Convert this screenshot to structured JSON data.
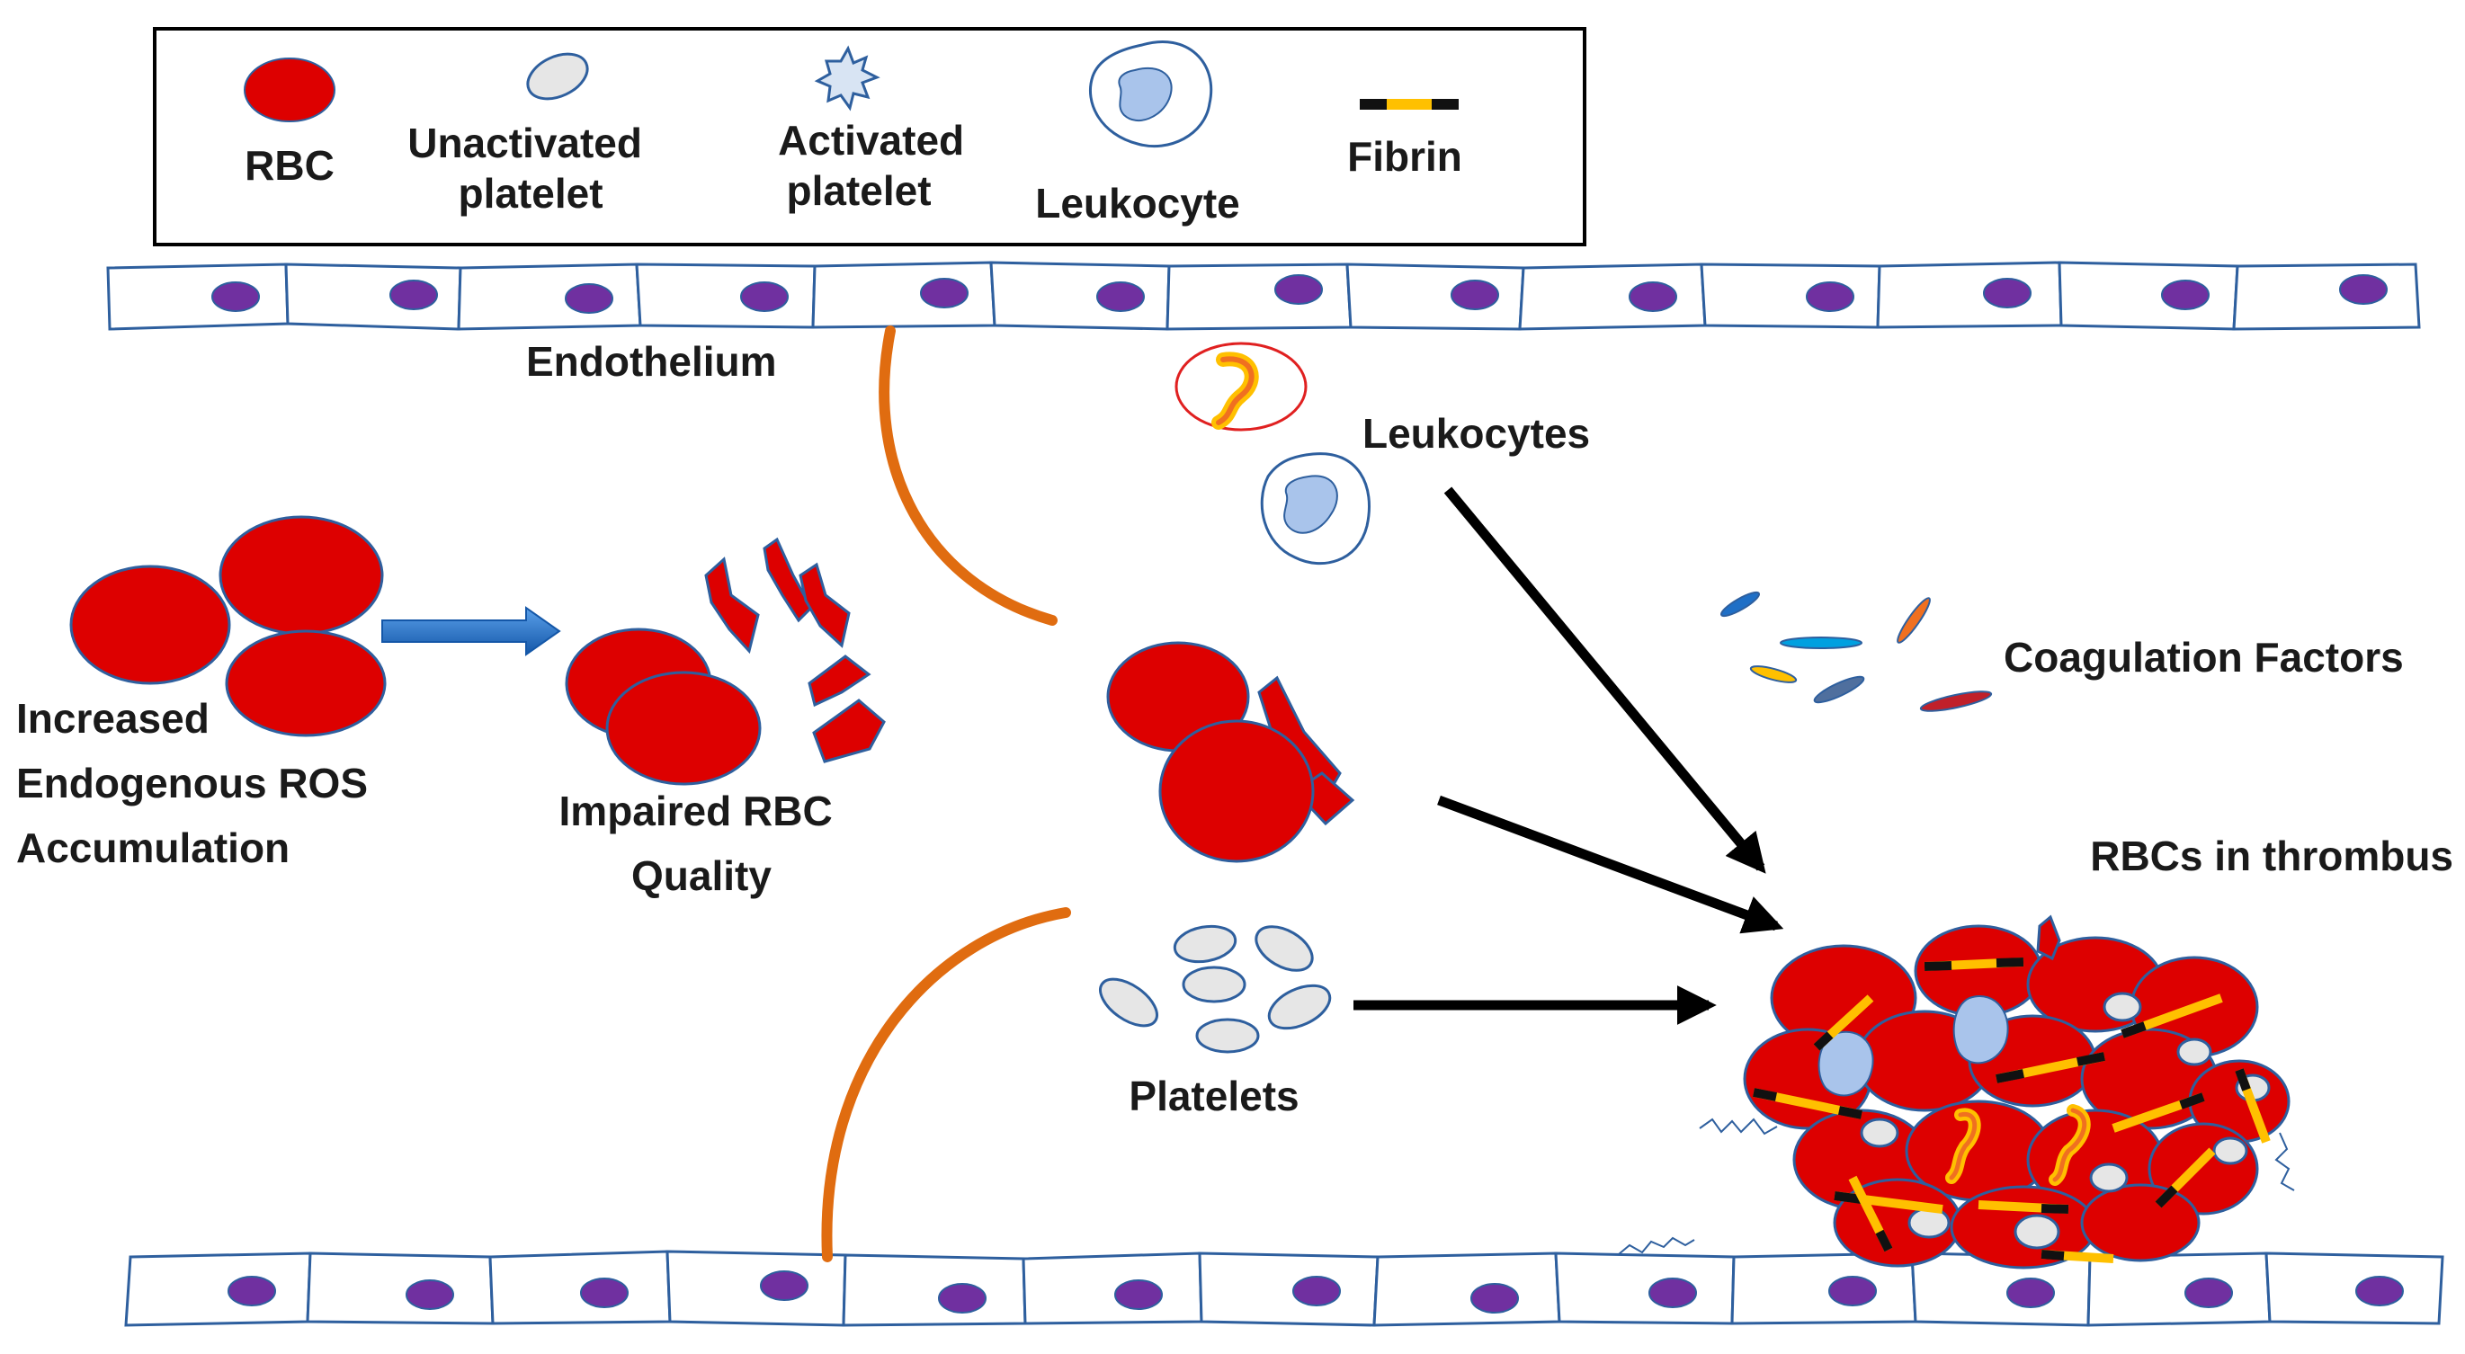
{
  "legend": {
    "rbc": "RBC",
    "unactivated_platelet": [
      "Unactivated",
      "platelet"
    ],
    "activated_platelet": [
      "Activated",
      "platelet"
    ],
    "leukocyte": "Leukocyte",
    "fibrin": "Fibrin"
  },
  "labels": {
    "endothelium": "Endothelium",
    "leukocytes": "Leukocytes",
    "coagulation_factors": "Coagulation Factors",
    "ros": [
      "Increased",
      "Endogenous ROS",
      "Accumulation"
    ],
    "impaired_rbc": [
      "Impaired RBC",
      "Quality"
    ],
    "platelets": "Platelets",
    "thrombus": "RBCs in thrombus"
  },
  "colors": {
    "rbc": "#dd0000",
    "endothelium_stroke": "#2e5f9e",
    "nucleus": "#7030a0",
    "platelet_fill": "#e6e6e6",
    "leukocyte_fill": "#a9c4eb",
    "vessel_wall": "#e06c10",
    "arrow_blue": "#1f6fc6",
    "arrow_black": "#000000",
    "fibrin_yellow": "#ffc000"
  }
}
